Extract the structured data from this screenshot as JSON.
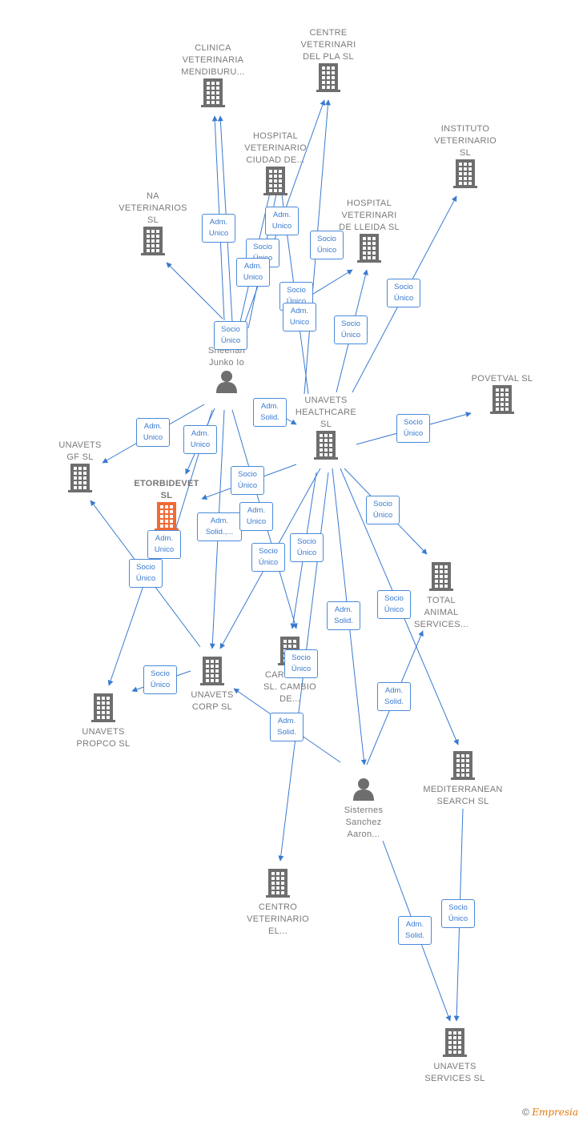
{
  "nodes": [
    {
      "id": "clinica_mendiburu",
      "type": "company",
      "label": "CLINICA\nVETERINARIA\nMENDIBURU..."
    },
    {
      "id": "centre_pla",
      "type": "company",
      "label": "CENTRE\nVETERINARI\nDEL PLA SL"
    },
    {
      "id": "hospital_ciudad",
      "type": "company",
      "label": "HOSPITAL\nVETERINARIO\nCIUDAD DE..."
    },
    {
      "id": "instituto",
      "type": "company",
      "label": "INSTITUTO\nVETERINARIO\nSL"
    },
    {
      "id": "na_vet",
      "type": "company",
      "label": "NA\nVETERINARIOS\nSL"
    },
    {
      "id": "hospital_lleida",
      "type": "company",
      "label": "HOSPITAL\nVETERINARI\nDE LLEIDA SL"
    },
    {
      "id": "sheehan",
      "type": "person",
      "label": "Sheehan\nJunko Io"
    },
    {
      "id": "povetval",
      "type": "company",
      "label": "POVETVAL SL"
    },
    {
      "id": "unavets_healthcare",
      "type": "company",
      "label": "UNAVETS\nHEALTHCARE\nSL"
    },
    {
      "id": "unavets_gf",
      "type": "company",
      "label": "UNAVETS\nGF SL"
    },
    {
      "id": "etorbidevet",
      "type": "company-highlight",
      "label": "ETORBIDEVET\nSL"
    },
    {
      "id": "total_animal",
      "type": "company",
      "label": "TOTAL\nANIMAL\nSERVICES..."
    },
    {
      "id": "cardio",
      "type": "company",
      "label": "CARDIO...E\nSL. CAMBIO\nDE..."
    },
    {
      "id": "unavets_corp",
      "type": "company",
      "label": "UNAVETS\nCORP SL"
    },
    {
      "id": "unavets_propco",
      "type": "company",
      "label": "UNAVETS\nPROPCO SL"
    },
    {
      "id": "sisternes",
      "type": "person",
      "label": "Sisternes\nSanchez\nAaron..."
    },
    {
      "id": "mediterranean",
      "type": "company",
      "label": "MEDITERRANEAN\nSEARCH SL"
    },
    {
      "id": "centro_el",
      "type": "company",
      "label": "CENTRO\nVETERINARIO\nEL..."
    },
    {
      "id": "unavets_services",
      "type": "company",
      "label": "UNAVETS\nSERVICES SL"
    }
  ],
  "badges": [
    "Adm.\nUnico",
    "Adm.\nUnico",
    "Socio\nÚnico",
    "Adm.\nUnico",
    "Socio\nÚnico",
    "Socio\nÚnico",
    "Adm.\nUnico",
    "Socio\nÚnico",
    "Socio\nÚnico",
    "Socio\nÚnico",
    "Adm.\nSolid.",
    "Adm.\nUnico",
    "Adm.\nUnico",
    "Socio\nÚnico",
    "Adm.\nSolid.,...",
    "Adm.\nUnico",
    "Socio\nÚnico",
    "Adm.\nUnico",
    "Socio\nÚnico",
    "Socio\nÚnico",
    "Socio\nÚnico",
    "Socio\nÚnico",
    "Adm.\nSolid.",
    "Socio\nÚnico",
    "Socio\nÚnico",
    "Adm.\nSolid.",
    "Adm.\nSolid.",
    "Socio\nÚnico",
    "Adm.\nSolid.",
    "Socio\nÚnico"
  ],
  "footer": {
    "copyright": "©",
    "brand": "Empresia"
  },
  "colors": {
    "edge": "#3a7ad0",
    "icon": "#6e6e6e",
    "highlight": "#f06a35"
  }
}
